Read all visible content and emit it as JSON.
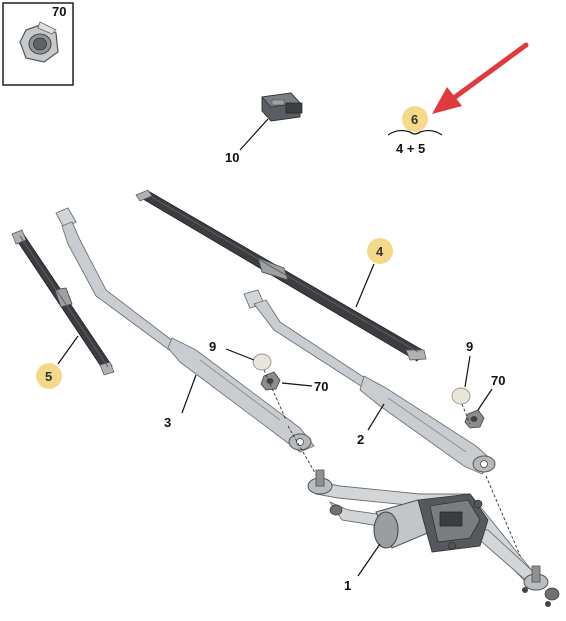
{
  "inset": {
    "label": "70",
    "icon": "hex-nut-icon"
  },
  "callout": {
    "number": "6",
    "composition": "4 + 5",
    "badge_color": "#f5d98a",
    "arrow_color": "#e0393e"
  },
  "labels": {
    "motor": "1",
    "arm_right": "2",
    "arm_left": "3",
    "blade_long": "4",
    "blade_short": "5",
    "cap_left": "9",
    "cap_right": "9",
    "nut_left": "70",
    "nut_right": "70",
    "sensor": "10"
  },
  "badge_color": "#f5d98a"
}
